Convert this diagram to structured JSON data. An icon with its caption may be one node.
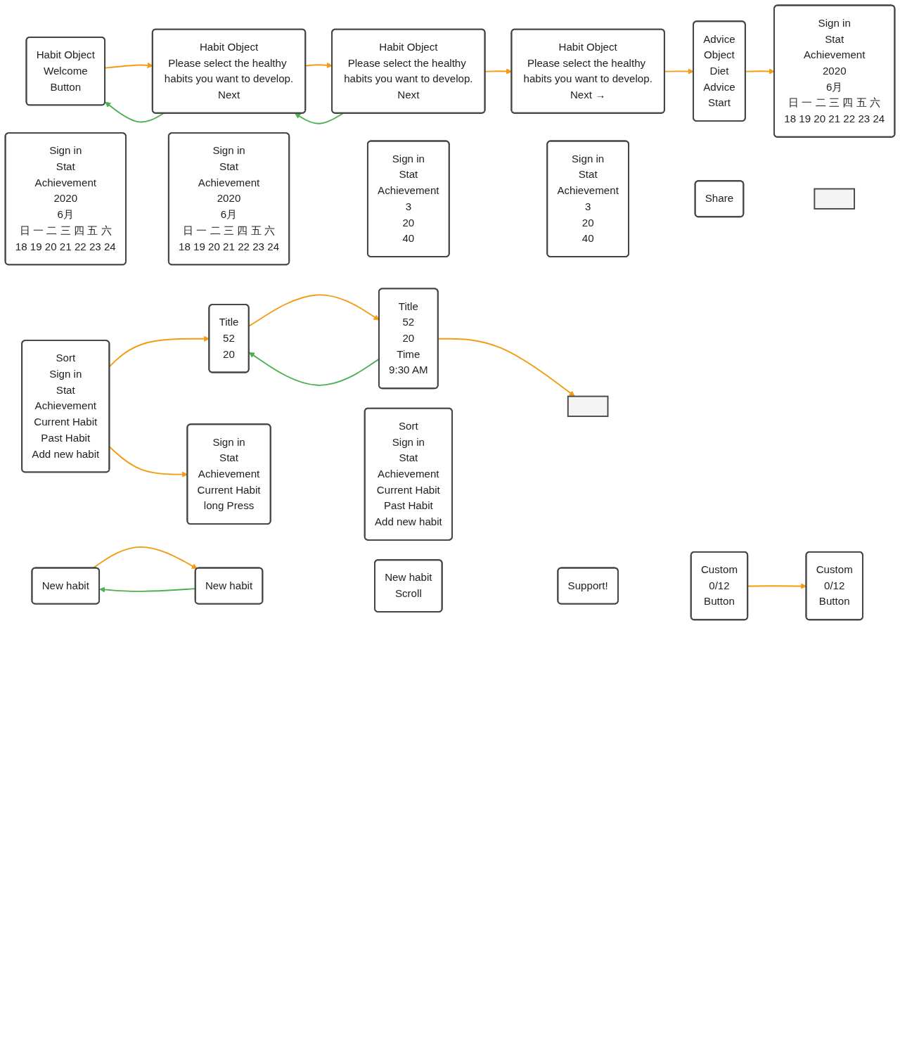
{
  "diagram": {
    "nodes": [
      {
        "text": [
          "Habit Object",
          "Welcome",
          "Button"
        ]
      },
      {
        "text": [
          "Habit Object",
          "Please select the healthy habits you want to develop.",
          "Next"
        ]
      },
      {
        "text": [
          "Habit Object",
          "Please select the healthy habits you want to develop.",
          "Next"
        ]
      },
      {
        "text": [
          "Habit Object",
          "Please select the healthy habits you want to develop.",
          "Next →"
        ]
      },
      {
        "text": [
          "Advice",
          "Object",
          "Diet",
          "Advice",
          "Start"
        ]
      },
      {
        "text": [
          "Sign in",
          "Stat",
          "Achievement",
          "2020",
          "6月",
          "日 一 二 三 四 五 六",
          "18 19 20 21 22 23 24"
        ]
      },
      {
        "text": [
          "Sign in",
          "Stat",
          "Achievement",
          "2020",
          "6月",
          "日 一 二 三 四 五 六",
          "18 19 20 21 22 23 24"
        ]
      },
      {
        "text": [
          "Sign in",
          "Stat",
          "Achievement",
          "2020",
          "6月",
          "日 一 二 三 四 五 六",
          "18 19 20 21 22 23 24"
        ]
      },
      {
        "text": [
          "Sign in",
          "Stat",
          "Achievement",
          "3",
          "20",
          "40"
        ]
      },
      {
        "text": [
          "Sign in",
          "Stat",
          "Achievement",
          "3",
          "20",
          "40"
        ]
      },
      {
        "text": [
          "Share"
        ]
      },
      {
        "text": [],
        "shape": "box"
      },
      {
        "text": [
          "Sort",
          "Sign in",
          "Stat",
          "Achievement",
          "Current Habit",
          "Past Habit",
          "Add new habit"
        ]
      },
      {
        "text": [
          "Title",
          "52",
          "20"
        ]
      },
      {
        "text": [
          "Title",
          "52",
          "20",
          "Time",
          "9:30 AM"
        ]
      },
      {
        "text": [
          "Sign in",
          "Stat",
          "Achievement",
          "Current Habit",
          "long Press"
        ]
      },
      {
        "text": [
          "Sort",
          "Sign in",
          "Stat",
          "Achievement",
          "Current Habit",
          "Past Habit",
          "Add new habit"
        ]
      },
      {
        "text": [],
        "shape": "box"
      },
      {
        "text": [
          "New habit"
        ]
      },
      {
        "text": [
          "New habit"
        ]
      },
      {
        "text": [
          "New habit",
          "Scroll"
        ]
      },
      {
        "text": [
          "Support!"
        ]
      },
      {
        "text": [
          "Custom",
          "0/12",
          "Button"
        ]
      },
      {
        "text": [
          "Custom",
          "0/12",
          "Button"
        ]
      }
    ],
    "edges": [
      {
        "from": 0,
        "to": 1,
        "arrow": "to"
      },
      {
        "from": 1,
        "to": 0,
        "arrow": "to",
        "color": "#4caf50"
      },
      {
        "from": 1,
        "to": 2,
        "arrow": "to"
      },
      {
        "from": 2,
        "to": 1,
        "arrow": "to",
        "color": "#4caf50"
      },
      {
        "from": 2,
        "to": 3,
        "arrow": "to"
      },
      {
        "from": 3,
        "to": 4,
        "arrow": "to"
      },
      {
        "from": 4,
        "to": 5,
        "arrow": "to"
      },
      {
        "from": 12,
        "to": 13,
        "arrow": "to"
      },
      {
        "from": 12,
        "to": 15,
        "arrow": "to"
      },
      {
        "from": 13,
        "to": 14,
        "arrow": "to"
      },
      {
        "from": 14,
        "to": 13,
        "arrow": "to",
        "color": "#4caf50"
      },
      {
        "from": 14,
        "to": 17,
        "arrow": "to"
      },
      {
        "from": 18,
        "to": 19,
        "arrow": "to"
      },
      {
        "from": 19,
        "to": 18,
        "arrow": "to",
        "color": "#4caf50"
      },
      {
        "from": 22,
        "to": 23,
        "arrow": "to"
      }
    ]
  }
}
